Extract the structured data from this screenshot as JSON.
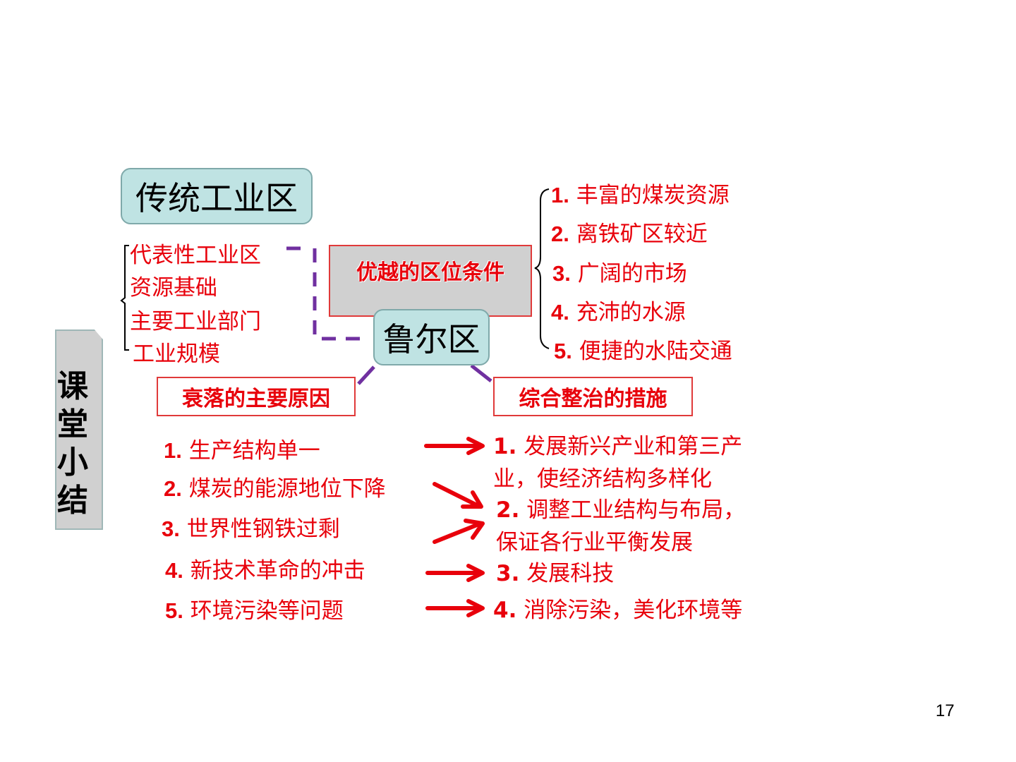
{
  "title_box": {
    "label": "传统工业区"
  },
  "left_items": [
    "代表性工业区",
    "资源基础",
    "主要工业部门",
    "工业规模"
  ],
  "center_box": {
    "label": "鲁尔区"
  },
  "location_box": {
    "label": "优越的区位条件"
  },
  "location_conditions": [
    {
      "num": "1.",
      "text": "丰富的煤炭资源"
    },
    {
      "num": "2.",
      "text": "离铁矿区较近"
    },
    {
      "num": "3.",
      "text": "广阔的市场"
    },
    {
      "num": "4.",
      "text": "充沛的水源"
    },
    {
      "num": "5.",
      "text": "便捷的水陆交通"
    }
  ],
  "decline_box": {
    "label": "衰落的主要原因"
  },
  "decline_reasons": [
    {
      "num": "1.",
      "text": "生产结构单一"
    },
    {
      "num": "2.",
      "text": "煤炭的能源地位下降"
    },
    {
      "num": "3.",
      "text": "世界性钢铁过剩"
    },
    {
      "num": "4.",
      "text": "新技术革命的冲击"
    },
    {
      "num": "5.",
      "text": "环境污染等问题"
    }
  ],
  "measures_box": {
    "label": "综合整治的措施"
  },
  "measures": [
    {
      "num": "1.",
      "text": "发展新兴产业和第三产业，使经济结构多样化"
    },
    {
      "num": "2.",
      "text": "调整工业结构与布局，保证各行业平衡发展"
    },
    {
      "num": "3.",
      "text": "发展科技"
    },
    {
      "num": "4.",
      "text": "消除污染，美化环境等"
    }
  ],
  "side_tab": {
    "label": "课堂小结"
  },
  "page_number": "17",
  "colors": {
    "red": "#e8000b",
    "purple": "#7030a0",
    "teal": "#bfe3e3",
    "gray": "#d0d0d0"
  }
}
